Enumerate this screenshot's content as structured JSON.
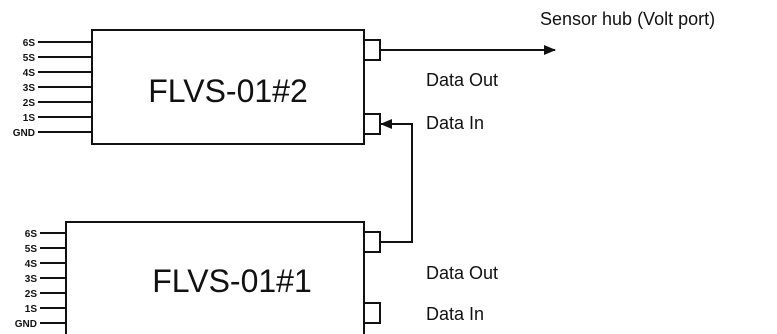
{
  "destination": {
    "label": "Sensor hub (Volt port)"
  },
  "modules": [
    {
      "name": "FLVS-01#2",
      "pins": [
        "6S",
        "5S",
        "4S",
        "3S",
        "2S",
        "1S",
        "GND"
      ],
      "data_out_label": "Data Out",
      "data_in_label": "Data In"
    },
    {
      "name": "FLVS-01#1",
      "pins": [
        "6S",
        "5S",
        "4S",
        "3S",
        "2S",
        "1S",
        "GND"
      ],
      "data_out_label": "Data Out",
      "data_in_label": "Data In"
    }
  ],
  "colors": {
    "line": "#111111",
    "background": "#ffffff"
  }
}
